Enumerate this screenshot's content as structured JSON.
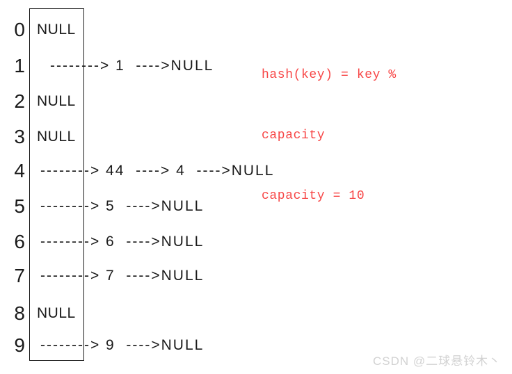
{
  "colors": {
    "background": "#ffffff",
    "diagram_text": "#1a1a1a",
    "annotation_red": "#f74545",
    "watermark_gray": "#d2d2d2"
  },
  "table": {
    "capacity": "10",
    "rows": [
      {
        "index": "0",
        "content": "NULL"
      },
      {
        "index": "1",
        "content": "--------> 1  ---->NULL"
      },
      {
        "index": "2",
        "content": "NULL"
      },
      {
        "index": "3",
        "content": "NULL"
      },
      {
        "index": "4",
        "content": "--------> 44  ----> 4  ---->NULL"
      },
      {
        "index": "5",
        "content": "--------> 5  ---->NULL"
      },
      {
        "index": "6",
        "content": "--------> 6  ---->NULL"
      },
      {
        "index": "7",
        "content": "--------> 7  ---->NULL"
      },
      {
        "index": "8",
        "content": "NULL"
      },
      {
        "index": "9",
        "content": "--------> 9  ---->NULL"
      }
    ]
  },
  "annotation": {
    "line1": "hash(key) = key %",
    "line2": "capacity",
    "line3": "capacity = 10"
  },
  "watermark": {
    "text": "CSDN @二球悬铃木丶"
  }
}
